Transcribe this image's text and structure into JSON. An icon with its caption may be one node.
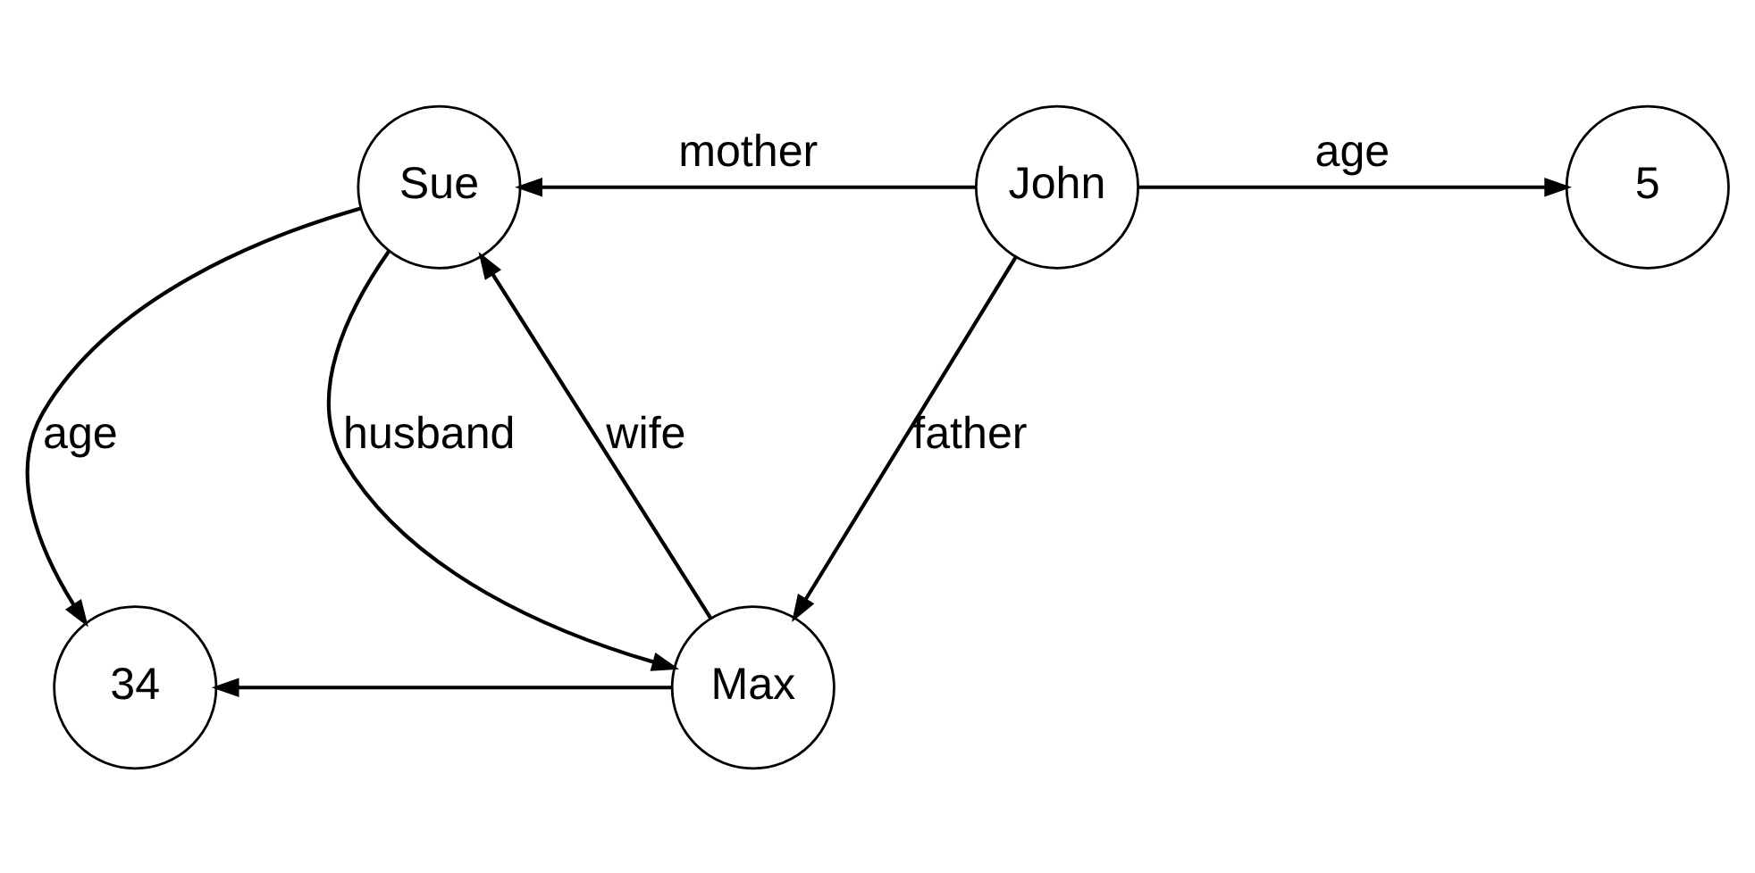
{
  "diagram": {
    "nodes": [
      {
        "text": [
          "Sue"
        ]
      },
      {
        "text": [
          "John"
        ]
      },
      {
        "text": [
          "5"
        ]
      },
      {
        "text": [
          "34"
        ]
      },
      {
        "text": [
          "Max"
        ]
      }
    ],
    "edges": [
      {
        "from": 1,
        "to": 0,
        "arrow": "to",
        "label": "mother"
      },
      {
        "from": 1,
        "to": 2,
        "arrow": "to",
        "label": "age"
      },
      {
        "from": 0,
        "to": 3,
        "arrow": "to",
        "label": "age"
      },
      {
        "from": 1,
        "to": 4,
        "arrow": "to",
        "label": "father"
      },
      {
        "from": 0,
        "to": 4,
        "arrow": "to",
        "label": "husband"
      },
      {
        "from": 4,
        "to": 0,
        "arrow": "to",
        "label": "wife"
      },
      {
        "from": 4,
        "to": 3,
        "arrow": "to"
      }
    ]
  }
}
